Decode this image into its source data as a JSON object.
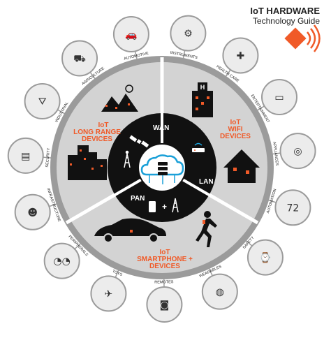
{
  "header": {
    "title": "IoT HARDWARE",
    "subtitle": "Technology Guide"
  },
  "colors": {
    "accent": "#f05a28",
    "ring": "#9b9b9b",
    "sector_bg": "#d3d3d3",
    "inner": "#111111",
    "cloud": "#1aa0d8"
  },
  "sectors": {
    "long_range": {
      "line1": "IoT",
      "line2": "LONG RANGE",
      "line3": "DEVICES"
    },
    "wifi": {
      "line1": "IoT",
      "line2": "WIFI",
      "line3": "DEVICES"
    },
    "smartphone": {
      "line1": "IoT",
      "line2": "SMARTPHONE +",
      "line3": "DEVICES"
    }
  },
  "networks": {
    "wan": "WAN",
    "lan": "LAN",
    "pan": "PAN"
  },
  "categories": [
    {
      "label": "AUTOMOTIVE",
      "icon": "car-icon"
    },
    {
      "label": "INSTRUMENTS",
      "icon": "instrument-icon"
    },
    {
      "label": "HEALTH CARE",
      "icon": "health-icon"
    },
    {
      "label": "ENTERTAINMENT",
      "icon": "tv-icon"
    },
    {
      "label": "APPLIANCES",
      "icon": "washer-icon"
    },
    {
      "label": "AUTOMATION",
      "icon": "thermostat-icon"
    },
    {
      "label": "SAFETY",
      "icon": "watch-icon"
    },
    {
      "label": "WEARABLES",
      "icon": "fitness-band-icon"
    },
    {
      "label": "REMOTES",
      "icon": "camera-icon"
    },
    {
      "label": "TOYS",
      "icon": "drone-icon"
    },
    {
      "label": "PERIPHERALS",
      "icon": "glasses-icon"
    },
    {
      "label": "INFRASTRUCTURE",
      "icon": "worker-icon"
    },
    {
      "label": "SECURITY",
      "icon": "card-reader-icon"
    },
    {
      "label": "INDUSTRIAL",
      "icon": "tripod-icon"
    },
    {
      "label": "AGRICULTURE",
      "icon": "tractor-icon"
    }
  ]
}
